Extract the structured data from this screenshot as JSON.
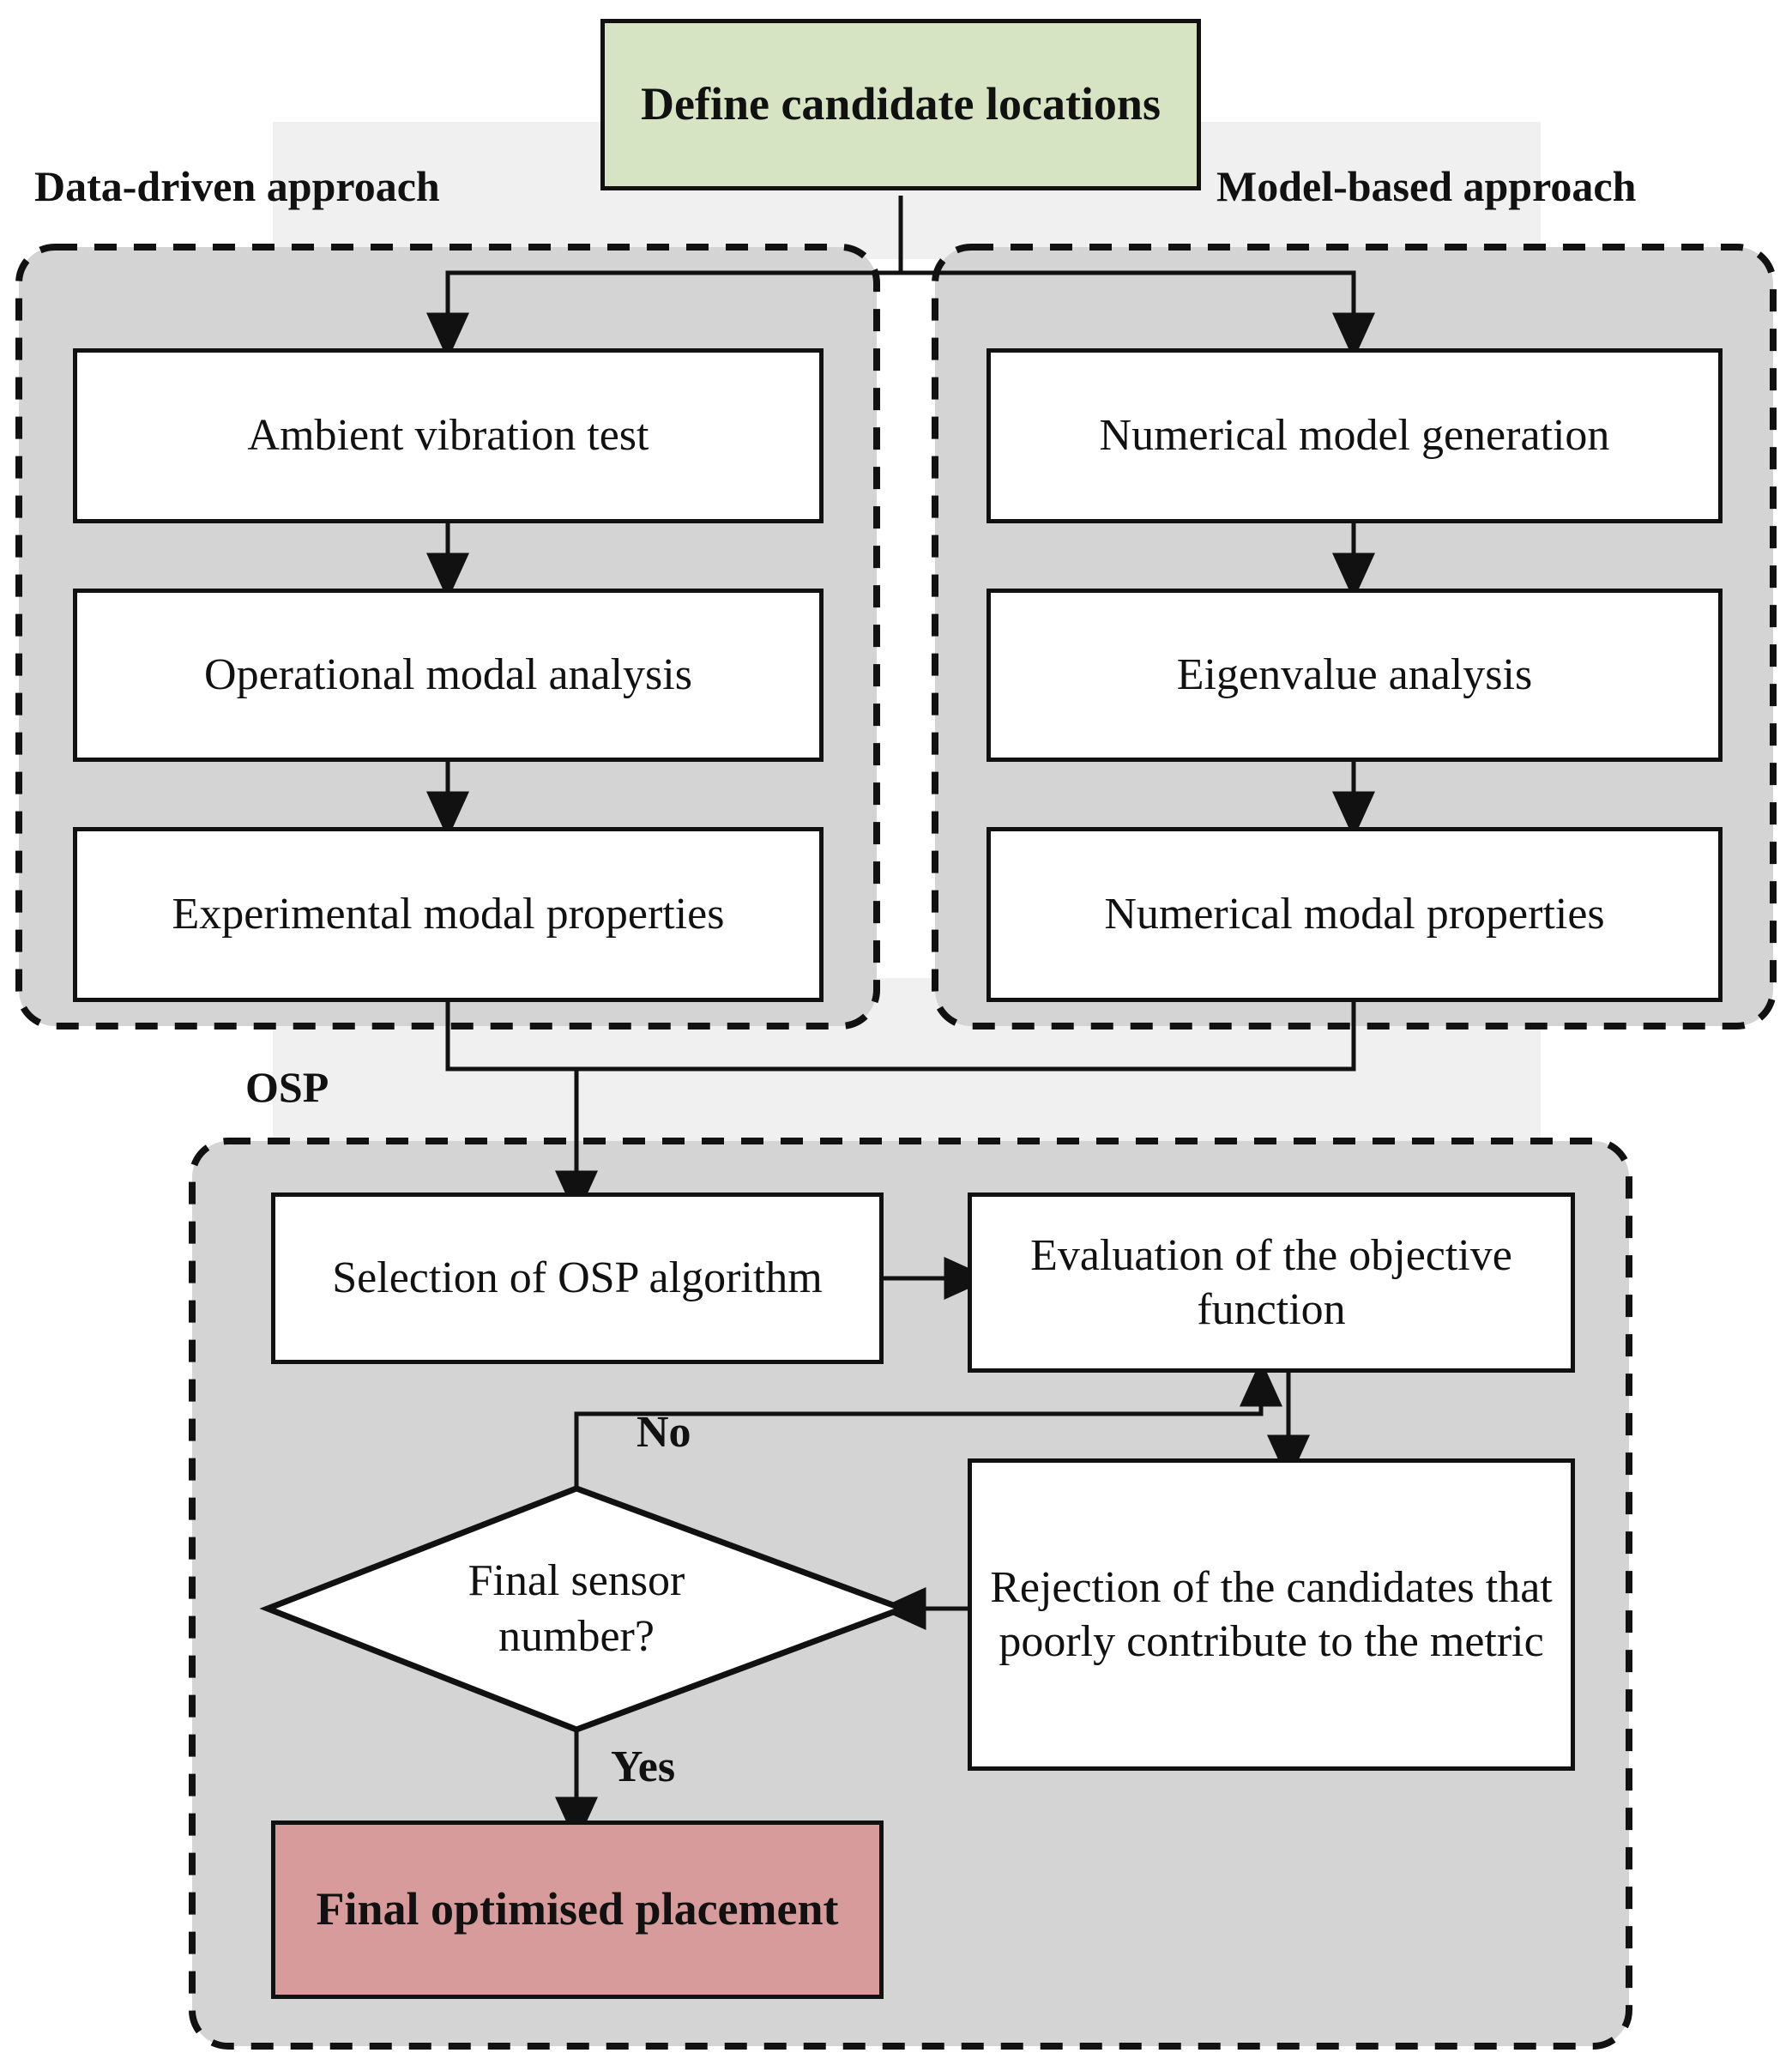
{
  "diagram": {
    "title_nodes": {
      "start": "Define candidate locations",
      "final": "Final optimised placement"
    },
    "group_labels": {
      "left": "Data-driven approach",
      "right": "Model-based approach",
      "bottom": "OSP"
    },
    "left_branch": {
      "label": "Data-driven approach",
      "steps": [
        "Ambient vibration test",
        "Operational modal analysis",
        "Experimental modal properties"
      ]
    },
    "right_branch": {
      "label": "Model-based approach",
      "steps": [
        "Numerical model generation",
        "Eigenvalue analysis",
        "Numerical modal properties"
      ]
    },
    "osp_branch": {
      "label": "OSP",
      "steps": [
        "Selection of OSP algorithm",
        "Evaluation of the objective function",
        "Rejection of the candidates that poorly contribute to the metric"
      ],
      "decision": "Final sensor number?",
      "decision_lines": [
        "Final",
        "sensor",
        "number?"
      ],
      "edge_labels": {
        "no": "No",
        "yes": "Yes"
      },
      "terminal": "Final optimised placement"
    },
    "colors": {
      "start_fill": "#d6e4c4",
      "terminal_fill": "#d79b9b",
      "group_fill": "#d4d4d4",
      "backdrop_fill": "#f0f0f0",
      "node_fill": "#ffffff",
      "stroke": "#111111"
    }
  }
}
